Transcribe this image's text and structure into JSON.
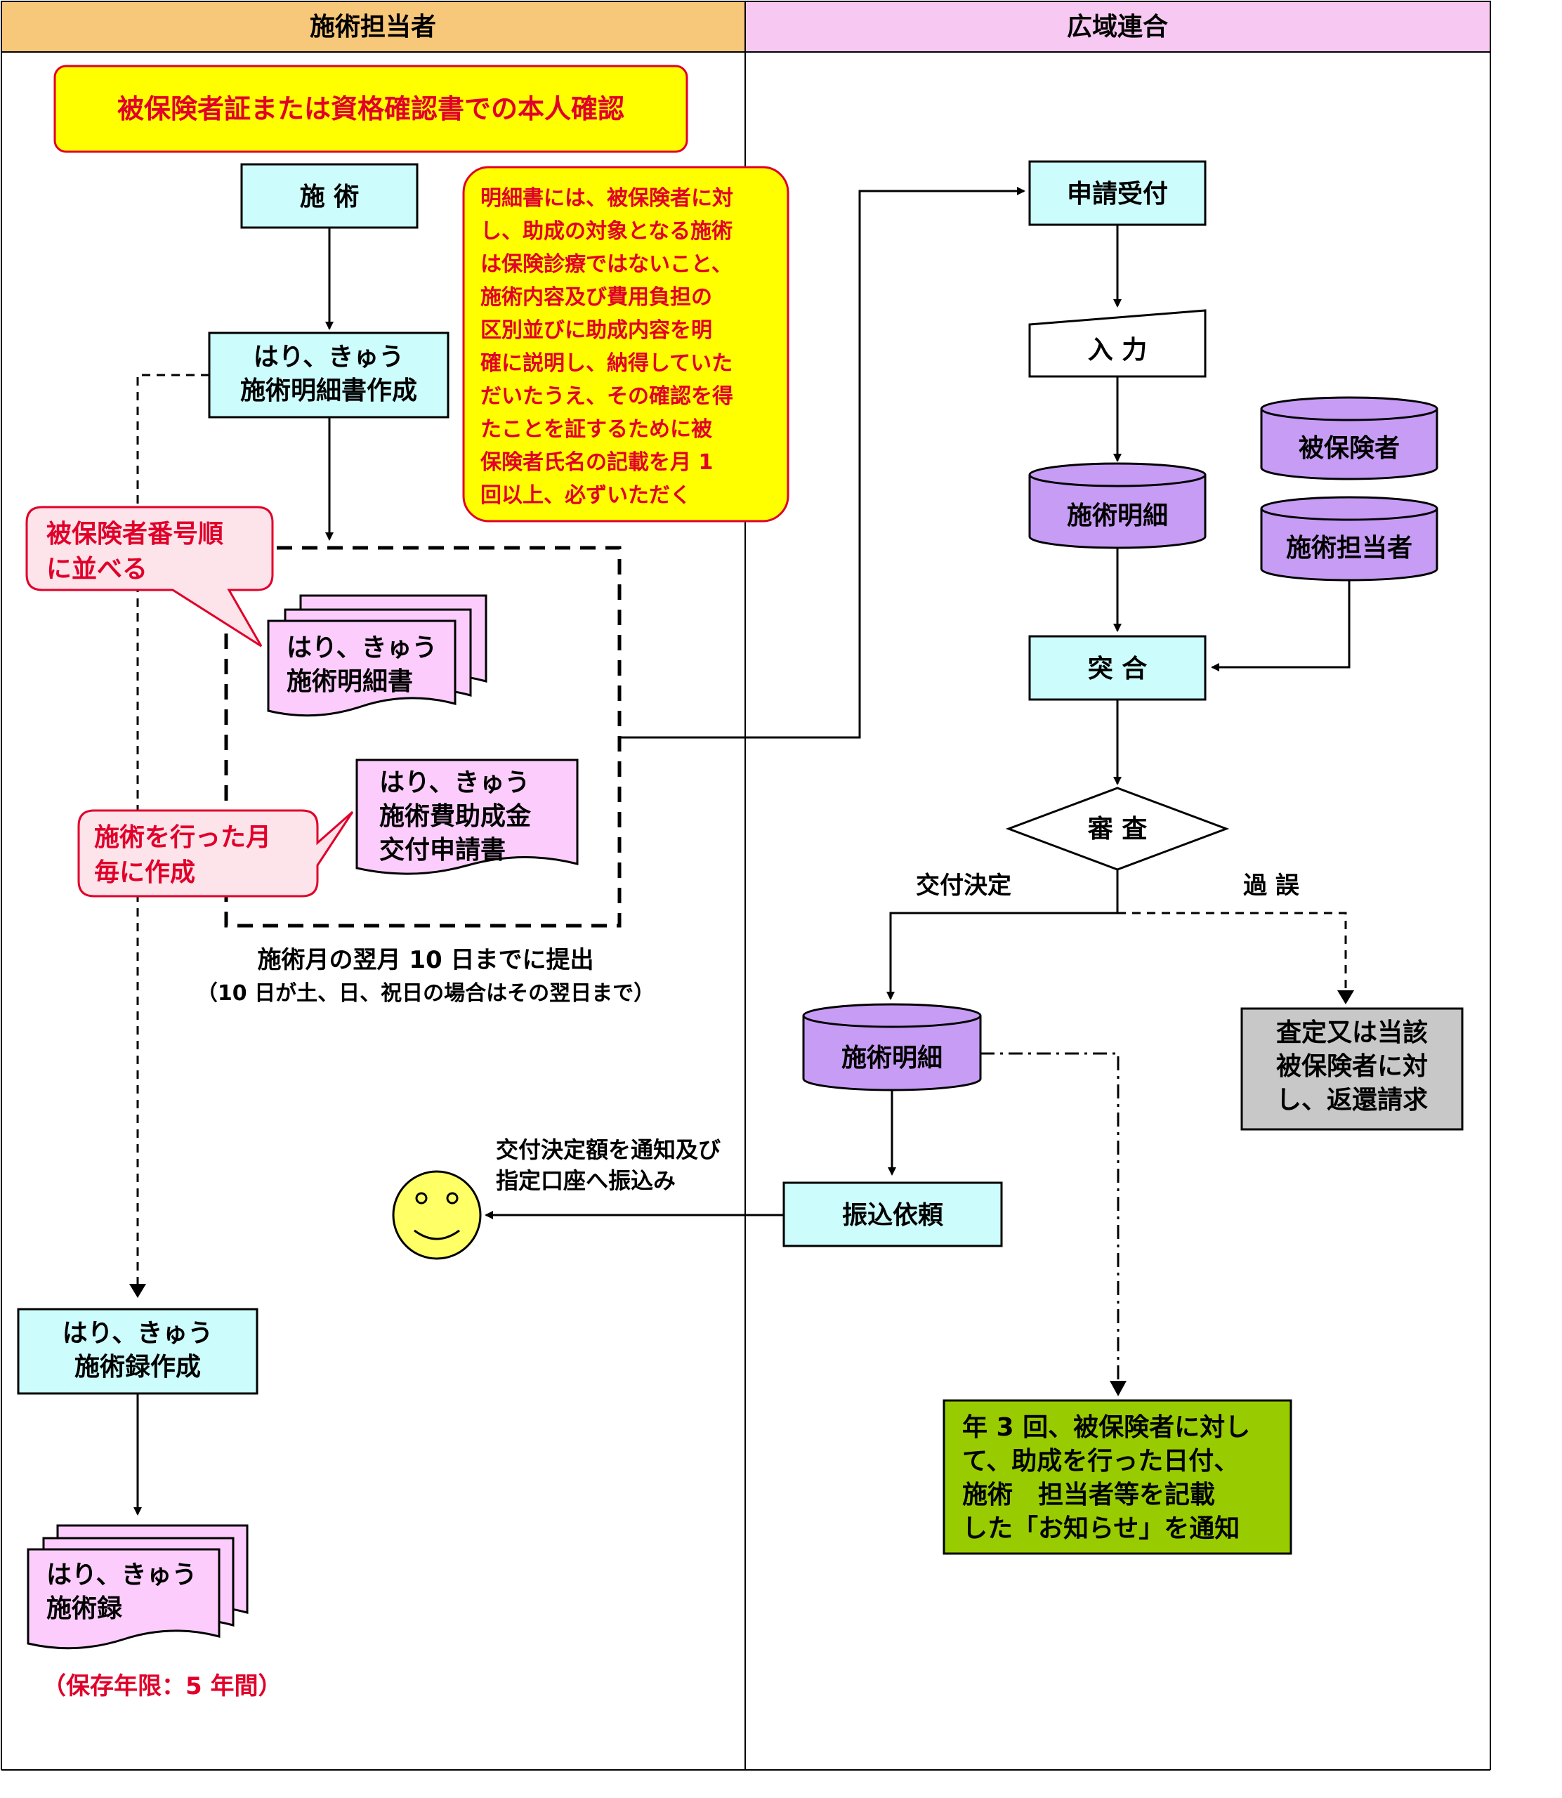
{
  "lanes": {
    "left_header": "施術担当者",
    "right_header": "広域連合"
  },
  "left": {
    "identity_check": "被保険者証または資格確認書での本人確認",
    "treatment": "施 術",
    "create_statement": [
      "はり、きゅう",
      "施術明細書作成"
    ],
    "explanation_note": [
      "明細書には、被保険者に対",
      "し、助成の対象となる施術",
      "は保険診療ではないこと、",
      "施術内容及び費用負担の",
      "区別並びに助成内容を明",
      "確に説明し、納得していた",
      "だいたうえ、その確認を得",
      "たことを証するために被",
      "保険者氏名の記載を月 1",
      "回以上、必ずいただく"
    ],
    "sort_callout": [
      "被保険者番号順",
      "に並べる"
    ],
    "statement_doc": [
      "はり、きゅう",
      "施術明細書"
    ],
    "application_doc": [
      "はり、きゅう",
      "施術費助成金",
      "交付申請書"
    ],
    "monthly_callout": [
      "施術を行った月",
      "毎に作成"
    ],
    "deadline": "施術月の翌月 10 日までに提出",
    "deadline_note": "（10 日が土、日、祝日の場合はその翌日まで）",
    "create_record": [
      "はり、きゅう",
      "施術録作成"
    ],
    "record_doc": [
      "はり、きゅう",
      "施術録"
    ],
    "retention": "（保存年限：5 年間）"
  },
  "right": {
    "reception": "申請受付",
    "input": "入 力",
    "db_statement": "施術明細",
    "db_insured": "被保険者",
    "db_practitioner": "施術担当者",
    "matching": "突 合",
    "review": "審 査",
    "branch_grant": "交付決定",
    "branch_error": "過 誤",
    "db_statement2": "施術明細",
    "refund": [
      "査定又は当該",
      "被保険者に対",
      "し、返還請求"
    ],
    "transfer": "振込依頼",
    "notify_label": [
      "交付決定額を通知及び",
      "指定口座へ振込み"
    ],
    "notice": [
      "年 3 回、被保険者に対し",
      "て、助成を行った日付、",
      "施術　担当者等を記載",
      "した「お知らせ」を通知"
    ]
  },
  "colors": {
    "header_left": "#f7c87a",
    "header_right": "#f7c8f2",
    "process_box": "#ccfcfc",
    "database": "#c79cf5",
    "document": "#fccdfc",
    "note_yellow": "#ffff00",
    "note_red_text": "#e0002a",
    "callout_fill": "#fde3ea",
    "refund_gray": "#c8c8c8",
    "notice_green": "#99cc00",
    "smiley": "#ffff66"
  }
}
